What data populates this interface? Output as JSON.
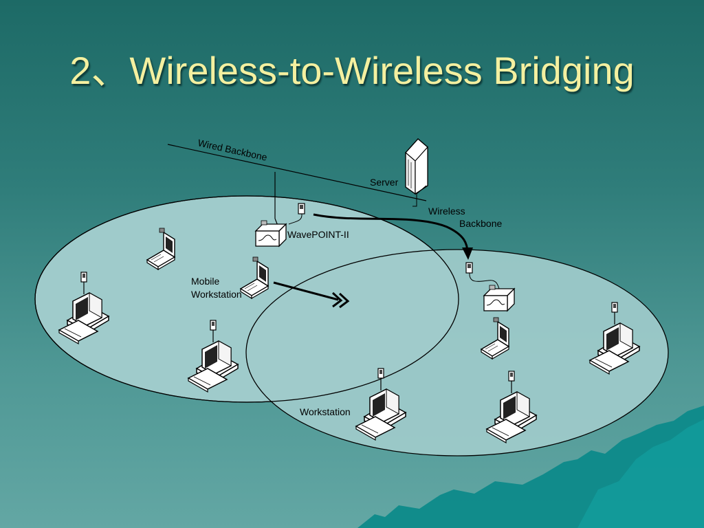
{
  "slide": {
    "title": "2、Wireless-to-Wireless Bridging"
  },
  "diagram": {
    "labels": {
      "wired_backbone": "Wired Backbone",
      "server": "Server",
      "wireless_backbone_1": "Wireless",
      "wireless_backbone_2": "Backbone",
      "wavepoint": "WavePOINT-II",
      "mobile_1": "Mobile",
      "mobile_2": "Workstation",
      "workstation": "Workstation"
    }
  },
  "colors": {
    "title": "#f4f0a0",
    "cell_fill": "#9fcbcb",
    "background_top": "#1d6a66",
    "background_bottom": "#63a7a4",
    "mountains": "#0f8c8c"
  }
}
